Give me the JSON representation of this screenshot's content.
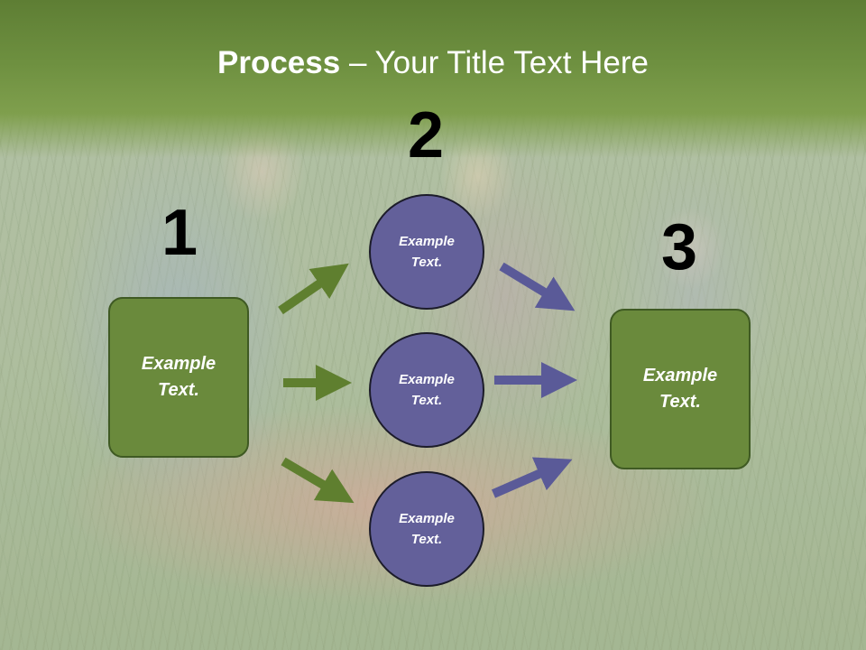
{
  "title": {
    "bold": "Process",
    "rest": " – Your Title Text Here"
  },
  "steps": [
    {
      "number": "1",
      "text_line1": "Example",
      "text_line2": "Text."
    },
    {
      "number": "2"
    },
    {
      "number": "3",
      "text_line1": "Example",
      "text_line2": "Text."
    }
  ],
  "circles": [
    {
      "line1": "Example",
      "line2": "Text."
    },
    {
      "line1": "Example",
      "line2": "Text."
    },
    {
      "line1": "Example",
      "line2": "Text."
    }
  ],
  "colors": {
    "title_band": "#6e9040",
    "box_fill": "#6a8a3c",
    "circle_fill": "#63609a",
    "green_arrow": "#5f7f2f",
    "purple_arrow": "#5a5a98"
  },
  "icons": [
    "arrow-right-icon"
  ]
}
